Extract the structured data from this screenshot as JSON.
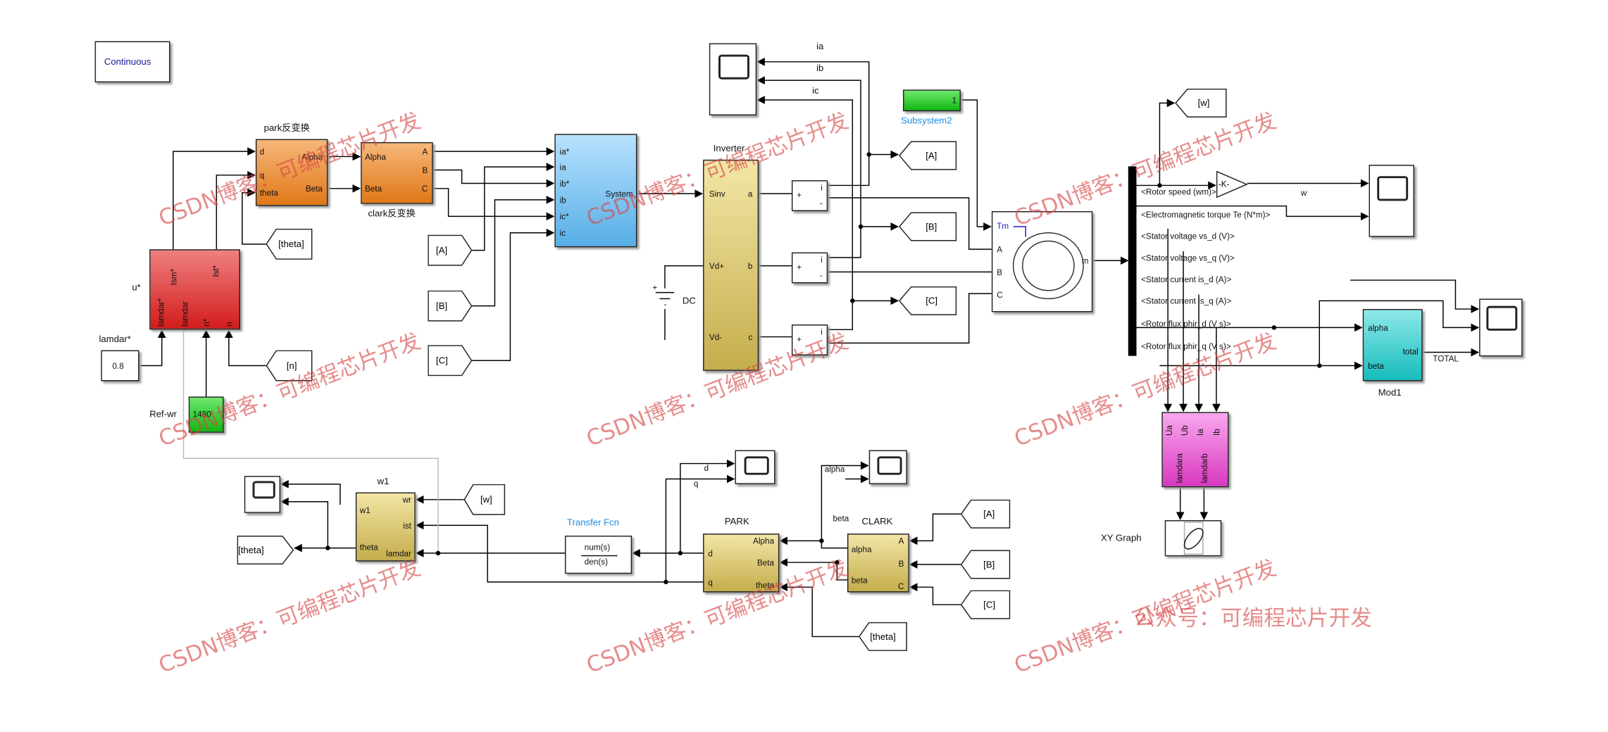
{
  "solver": {
    "label": "Continuous"
  },
  "park_inv": {
    "title": "park反变换",
    "in": [
      "d",
      "q",
      "theta"
    ],
    "out": [
      "Alpha",
      "Beta"
    ]
  },
  "clark_inv": {
    "title": "clark反变换",
    "in": [
      "Alpha",
      "Beta"
    ],
    "out": [
      "A",
      "B",
      "C"
    ]
  },
  "controller": {
    "side_label": "u*",
    "top": [
      "Ism*",
      "Ist*"
    ],
    "bottom": [
      "lamdar*",
      "lamdar",
      "n*",
      "n"
    ]
  },
  "lamdar_ref": {
    "label": "lamdar*",
    "value": "0.8"
  },
  "speed_ref": {
    "label": "Ref-wr",
    "value": "1480"
  },
  "tags": {
    "theta": "[theta]",
    "n": "[n]",
    "A": "[A]",
    "B": "[B]",
    "C": "[C]",
    "w": "[w]"
  },
  "hysteresis": {
    "inputs": [
      "ia*",
      "ia",
      "ib*",
      "ib",
      "ic*",
      "ic"
    ],
    "name": "System"
  },
  "inverter": {
    "title": "Inverter",
    "left": [
      "Sinv",
      "Vd+",
      "Vd-"
    ],
    "right": [
      "a",
      "b",
      "c"
    ]
  },
  "dc": {
    "label": "DC",
    "plus": "+",
    "minus": "-"
  },
  "meas": {
    "plus": "+",
    "i": "i",
    "minus": "-"
  },
  "scope_top_labels": [
    "ia",
    "ib",
    "ic"
  ],
  "subsystem2": {
    "label": "Subsystem2",
    "port": "1"
  },
  "motor": {
    "ports": [
      "Tm",
      "A",
      "B",
      "C"
    ],
    "out": "m"
  },
  "bus_signals": [
    "<Rotor speed (wm)>",
    "<Electromagnetic torque Te (N*m)>",
    "<Stator voltage vs_d (V)>",
    "<Stator voltage vs_q (V)>",
    "<Stator current is_d (A)>",
    "<Stator current  is_q (A)>",
    "<Rotor flux phir_d (V s)>",
    "<Rotor flux phir_q (V s)>"
  ],
  "gain": {
    "label": "-K-"
  },
  "w_label": "w",
  "mod1": {
    "name": "Mod1",
    "in": [
      "alpha",
      "beta"
    ],
    "out": "total",
    "out_label": "TOTAL"
  },
  "flux_block": {
    "in": [
      "Ua",
      "Ub",
      "Ia",
      "Ib"
    ],
    "out": [
      "lamdara",
      "lamdarb"
    ]
  },
  "xy_graph": {
    "label": "XY Graph"
  },
  "w1_block": {
    "title": "w1",
    "left": [
      "w1",
      "theta"
    ],
    "right": [
      "wr",
      "ist",
      "lamdar"
    ]
  },
  "tf": {
    "title": "Transfer Fcn",
    "num": "num(s)",
    "den": "den(s)"
  },
  "park": {
    "title": "PARK",
    "left": [
      "d",
      "q"
    ],
    "right": [
      "Alpha",
      "Beta",
      "theta"
    ],
    "scope_labels": [
      "d",
      "q"
    ]
  },
  "clark": {
    "title": "CLARK",
    "left": [
      "alpha",
      "beta"
    ],
    "right": [
      "A",
      "B",
      "C"
    ],
    "scope_labels": [
      "alpha",
      "beta"
    ]
  },
  "watermarks": {
    "csdn": "CSDN博客：可编程芯片开发",
    "wechat": "公众号：可编程芯片开发"
  }
}
